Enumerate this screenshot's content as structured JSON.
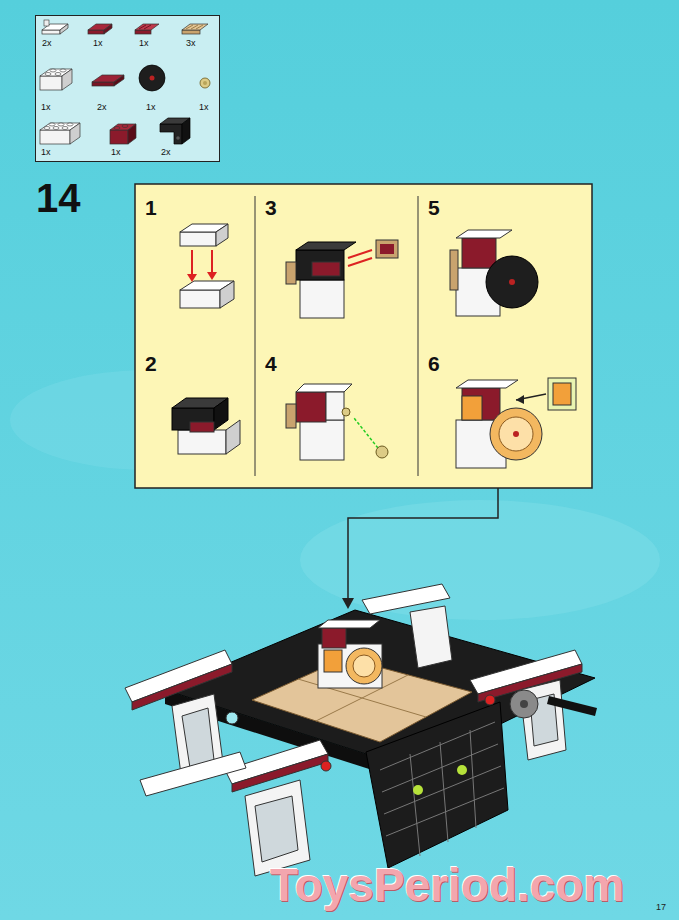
{
  "diagram": {
    "nodes": [
      {
        "text": [
          "2x",
          "1x",
          "1x",
          "3x",
          "1x",
          "2x",
          "1x",
          "1x",
          "1x",
          "1x",
          "2x"
        ]
      },
      {
        "text": [
          "1"
        ]
      },
      {
        "text": [
          "3"
        ]
      },
      {
        "text": [
          "5"
        ]
      },
      {
        "text": [
          "2"
        ]
      },
      {
        "text": [
          "4"
        ]
      },
      {
        "text": [
          "6"
        ]
      }
    ],
    "labels": [
      "14",
      "17",
      "ToysPeriod.com"
    ]
  }
}
